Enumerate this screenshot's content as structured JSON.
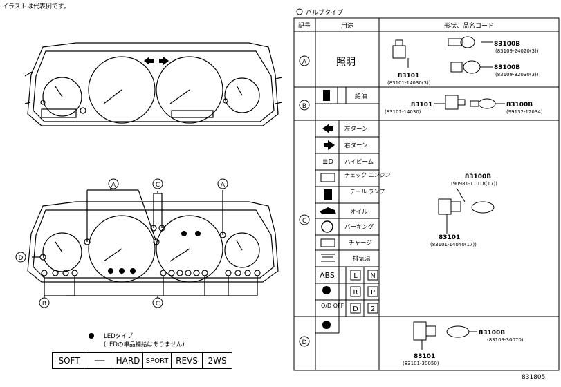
{
  "note": "イラストは代表例です。",
  "section_title": "バルブタイプ",
  "table": {
    "headers": [
      "記号",
      "用途",
      "形状、品名コード"
    ],
    "rows": [
      {
        "symbol": "A",
        "usage": "照明",
        "parts": [
          {
            "code": "83101",
            "sub": "(83101-14030(3))"
          },
          {
            "code": "83100B",
            "sub": "(83109-24020(3))"
          },
          {
            "code": "83100B",
            "sub": "(83109-32030(3))"
          }
        ]
      },
      {
        "symbol": "B",
        "usage_icon": "fuel-pump-icon",
        "usage": "給油",
        "parts": [
          {
            "code": "83101",
            "sub": "(83101-14030)"
          },
          {
            "code": "83100B",
            "sub": "(99132-12034)"
          }
        ]
      },
      {
        "symbol": "C",
        "items": [
          {
            "icon": "arrow-left-icon",
            "label": "左ターン"
          },
          {
            "icon": "arrow-right-icon",
            "label": "右ターン"
          },
          {
            "icon": "high-beam-icon",
            "label": "ハイビーム"
          },
          {
            "icon": "check-engine-icon",
            "label": "チェック\nエンジン"
          },
          {
            "icon": "tail-lamp-icon",
            "label": "テール\nランプ"
          },
          {
            "icon": "oil-icon",
            "label": "オイル"
          },
          {
            "icon": "brake-icon",
            "label": "パーキング"
          },
          {
            "icon": "battery-icon",
            "label": "チャージ"
          },
          {
            "icon": "exhaust-temp-icon",
            "label": "排気温"
          }
        ],
        "gear_row1": [
          "ABS",
          "L",
          "N"
        ],
        "gear_row2_icon": "seatbelt-icon",
        "gear_row2": [
          "R",
          "P"
        ],
        "gear_row3": [
          "O/D\nOFF",
          "D",
          "2"
        ],
        "parts": [
          {
            "code": "83100B",
            "sub": "(90981-11018(17))"
          },
          {
            "code": "83101",
            "sub": "(83101-14040(17))"
          }
        ]
      },
      {
        "symbol": "D",
        "usage_icon": "seatbelt-warning-icon",
        "parts": [
          {
            "code": "83100B",
            "sub": "(83109-30070)"
          },
          {
            "code": "83101",
            "sub": "(83101-30050)"
          }
        ]
      }
    ]
  },
  "callouts": {
    "a": "A",
    "b": "B",
    "c": "C",
    "d": "D"
  },
  "legend": {
    "line1": "LEDタイプ",
    "line2": "(LEDの単品補給はありません)"
  },
  "modes": [
    "SOFT",
    "──",
    "HARD",
    "SPORT",
    "REVS",
    "2WS"
  ],
  "gauge_labels": {
    "soft": "SOFT",
    "hard": "HARD",
    "abs": "ABS"
  },
  "page_code": "831805"
}
